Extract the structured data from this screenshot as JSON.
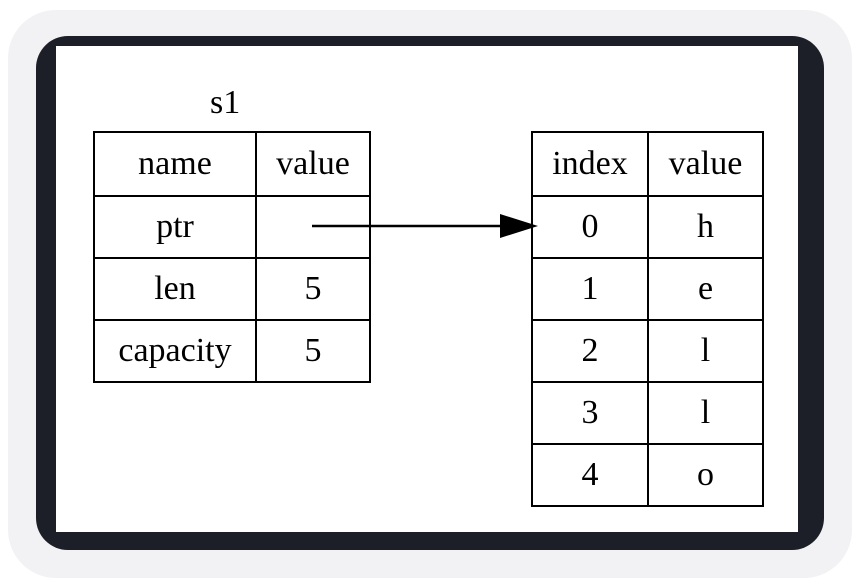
{
  "s1": {
    "title": "s1",
    "headers": [
      "name",
      "value"
    ],
    "rows": [
      [
        "ptr",
        ""
      ],
      [
        "len",
        "5"
      ],
      [
        "capacity",
        "5"
      ]
    ]
  },
  "heap": {
    "headers": [
      "index",
      "value"
    ],
    "rows": [
      [
        "0",
        "h"
      ],
      [
        "1",
        "e"
      ],
      [
        "2",
        "l"
      ],
      [
        "3",
        "l"
      ],
      [
        "4",
        "o"
      ]
    ]
  },
  "colors": {
    "frame": "#1c1f27",
    "ink": "#000000",
    "background": "#ffffff"
  }
}
